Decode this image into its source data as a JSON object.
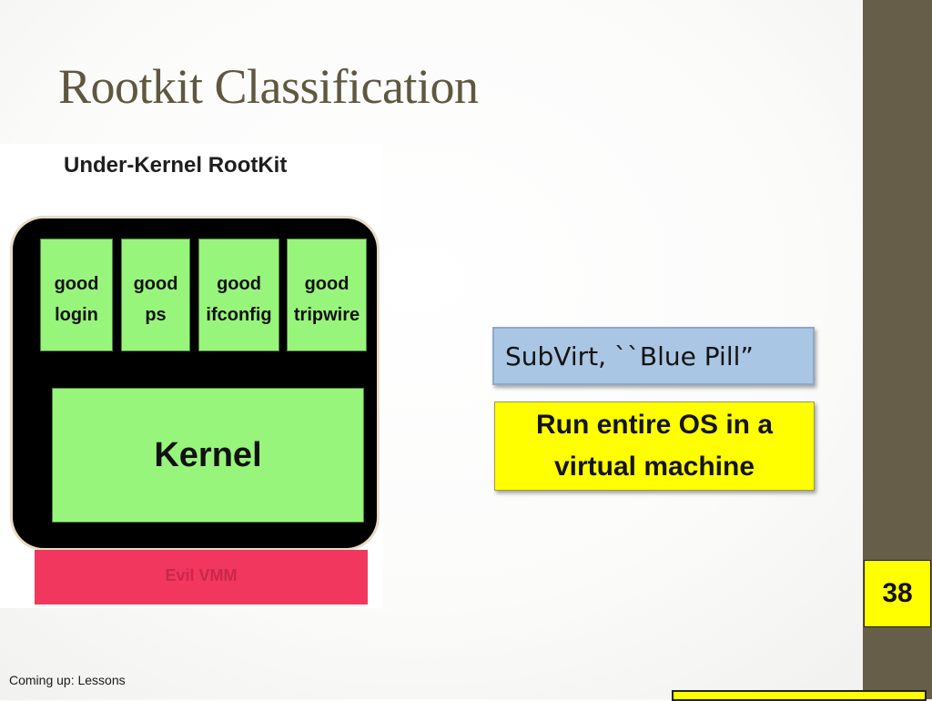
{
  "slide": {
    "title": "Rootkit Classification",
    "footer": "Coming up: Lessons",
    "page_number": "38",
    "accent_colors": {
      "sidebar": "#665e48",
      "page_number_bg": "#ffff00",
      "title_text": "#5f573f"
    }
  },
  "diagram": {
    "title": "Under-Kernel RootKit",
    "apps": [
      {
        "line1": "good",
        "line2": "login"
      },
      {
        "line1": "good",
        "line2": "ps"
      },
      {
        "line1": "good",
        "line2": "ifconfig"
      },
      {
        "line1": "good",
        "line2": "tripwire"
      }
    ],
    "kernel_label": "Kernel",
    "vmm_label": "Evil VMM",
    "colors": {
      "app_fill": "#98f57c",
      "os_fill": "#000000",
      "vmm_fill": "#f2375f"
    }
  },
  "callouts": {
    "subvirt": "SubVirt, ``Blue Pill”",
    "run_os_line1": "Run entire OS in a",
    "run_os_line2": "virtual machine"
  }
}
